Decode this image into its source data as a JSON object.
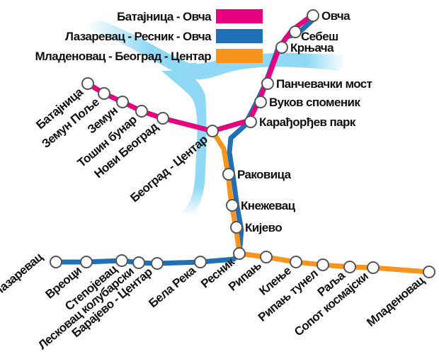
{
  "legend": [
    {
      "label": "Батајница - Овча",
      "color": "#e6007e"
    },
    {
      "label": "Лазаревац - Ресник - Овча",
      "color": "#1f70b8"
    },
    {
      "label": "Младеновац - Београд - Центар",
      "color": "#f7941d"
    }
  ],
  "river_color": "#8fd9f6",
  "stations": [
    "Батајница",
    "Земун Поље",
    "Земун",
    "Тошин бунар",
    "Нови Београд",
    "Београд - Центар",
    "Карађорђев парк",
    "Вуков споменик",
    "Панчевачки мост",
    "Крњача",
    "Себеш",
    "Овча",
    "Раковица",
    "Кнежевац",
    "Кијево",
    "Ресник",
    "Лазаревац",
    "Вреоци",
    "Степојевац",
    "Лесковац колубарски",
    "Барајево - Центар",
    "Бела Река",
    "Рипањ",
    "Клење",
    "Рипањ тунел",
    "Раља",
    "Сопот космајски",
    "Младеновац"
  ]
}
